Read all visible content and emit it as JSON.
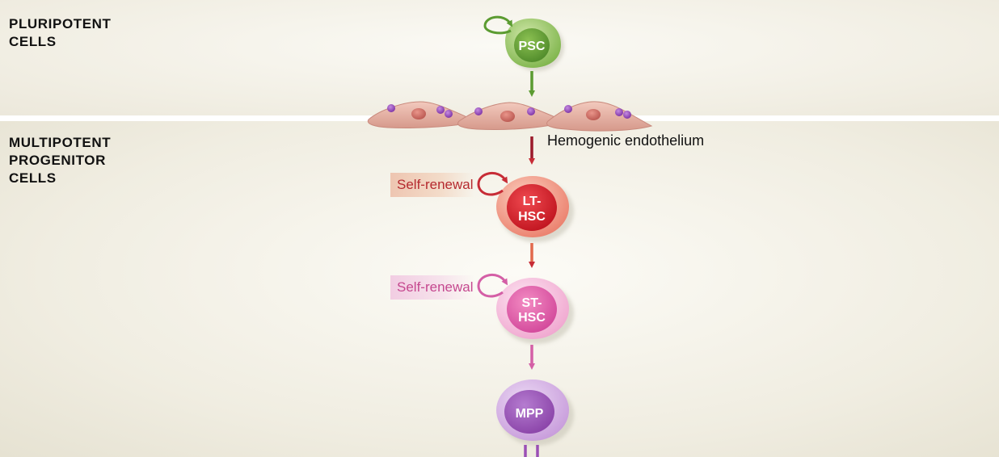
{
  "sections": {
    "pluripotent": "PLURIPOTENT\nCELLS",
    "multipotent": "MULTIPOTENT\nPROGENITOR\nCELLS"
  },
  "cells": {
    "psc": "PSC",
    "lt_hsc_line1": "LT-",
    "lt_hsc_line2": "HSC",
    "st_hsc_line1": "ST-",
    "st_hsc_line2": "HSC",
    "mpp": "MPP"
  },
  "labels": {
    "hemogenic_endothelium": "Hemogenic endothelium",
    "self_renewal_1": "Self-renewal",
    "self_renewal_2": "Self-renewal"
  },
  "colors": {
    "psc": "#6aa63b",
    "lt_hsc": "#d92f35",
    "st_hsc": "#e05aa4",
    "mpp": "#9a52b5",
    "endothelium": "#d9978a"
  }
}
